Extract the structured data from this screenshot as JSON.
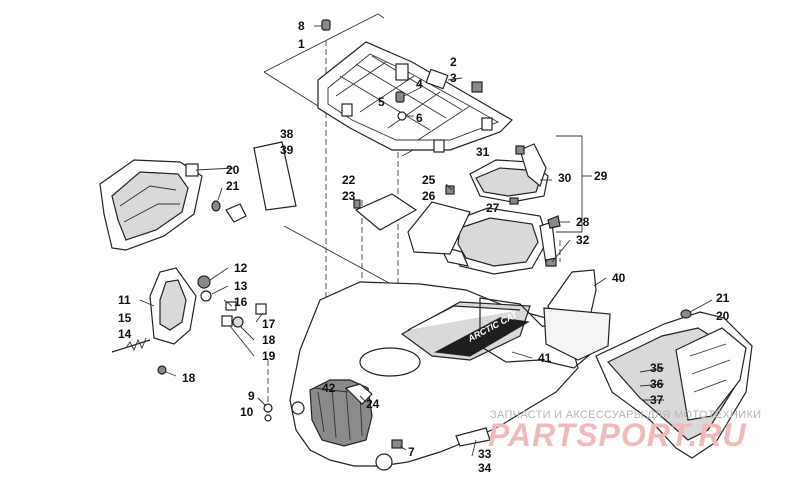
{
  "callouts": [
    {
      "id": "c8",
      "text": "8"
    },
    {
      "id": "c1",
      "text": "1"
    },
    {
      "id": "c2",
      "text": "2"
    },
    {
      "id": "c3",
      "text": "3"
    },
    {
      "id": "c4",
      "text": "4"
    },
    {
      "id": "c5",
      "text": "5"
    },
    {
      "id": "c6",
      "text": "6"
    },
    {
      "id": "c38",
      "text": "38"
    },
    {
      "id": "c39",
      "text": "39"
    },
    {
      "id": "c20a",
      "text": "20"
    },
    {
      "id": "c21a",
      "text": "21"
    },
    {
      "id": "c31",
      "text": "31"
    },
    {
      "id": "c30",
      "text": "30"
    },
    {
      "id": "c29",
      "text": "29"
    },
    {
      "id": "c22",
      "text": "22"
    },
    {
      "id": "c23",
      "text": "23"
    },
    {
      "id": "c25",
      "text": "25"
    },
    {
      "id": "c26",
      "text": "26"
    },
    {
      "id": "c27",
      "text": "27"
    },
    {
      "id": "c28",
      "text": "28"
    },
    {
      "id": "c32",
      "text": "32"
    },
    {
      "id": "c12",
      "text": "12"
    },
    {
      "id": "c13",
      "text": "13"
    },
    {
      "id": "c11",
      "text": "11"
    },
    {
      "id": "c15",
      "text": "15"
    },
    {
      "id": "c16",
      "text": "16"
    },
    {
      "id": "c14",
      "text": "14"
    },
    {
      "id": "c17",
      "text": "17"
    },
    {
      "id": "c18a",
      "text": "18"
    },
    {
      "id": "c19",
      "text": "19"
    },
    {
      "id": "c18b",
      "text": "18"
    },
    {
      "id": "c40",
      "text": "40"
    },
    {
      "id": "c21b",
      "text": "21"
    },
    {
      "id": "c20b",
      "text": "20"
    },
    {
      "id": "c41",
      "text": "41"
    },
    {
      "id": "c35",
      "text": "35"
    },
    {
      "id": "c36",
      "text": "36"
    },
    {
      "id": "c37",
      "text": "37"
    },
    {
      "id": "c9",
      "text": "9"
    },
    {
      "id": "c10",
      "text": "10"
    },
    {
      "id": "c42",
      "text": "42"
    },
    {
      "id": "c24",
      "text": "24"
    },
    {
      "id": "c7",
      "text": "7"
    },
    {
      "id": "c33",
      "text": "33"
    },
    {
      "id": "c34",
      "text": "34"
    }
  ],
  "decal_text": "ARCTIC CAT",
  "watermark": {
    "line1": "ЗАПЧАСТИ И АКСЕССУАРЫ ДЛЯ МОТОТЕХНИКИ",
    "line2": "PARTSPORT.RU"
  }
}
